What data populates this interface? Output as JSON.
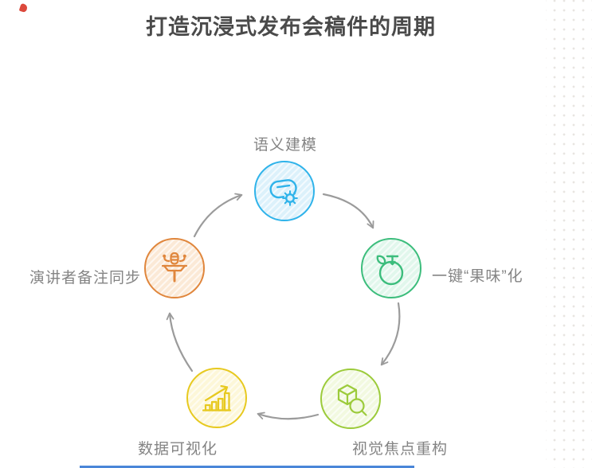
{
  "header": {
    "title": "打造沉浸式发布会稿件的周期"
  },
  "cycle": {
    "nodes": [
      {
        "label": "语义建模",
        "icon": "headset-gear-icon",
        "color": "#2fb3ea",
        "fill": "#dcf1fb"
      },
      {
        "label": "一键“果味”化",
        "icon": "fruit-icon",
        "color": "#3cbd7c",
        "fill": "#e1f7ec"
      },
      {
        "label": "视觉焦点重构",
        "icon": "cube-magnifier-icon",
        "color": "#9ccb3b",
        "fill": "#f2f9e0"
      },
      {
        "label": "数据可视化",
        "icon": "bar-chart-trend-icon",
        "color": "#e7c91f",
        "fill": "#fdf7d8"
      },
      {
        "label": "演讲者备注同步",
        "icon": "podium-mic-icon",
        "color": "#e0863c",
        "fill": "#fbe9d6"
      }
    ],
    "arrow_color": "#9b9b9b"
  },
  "decor": {
    "dot_color": "#e8e5e1",
    "bottom_line_color": "#4a86d8",
    "corner_mark_color": "#d93a2b"
  }
}
